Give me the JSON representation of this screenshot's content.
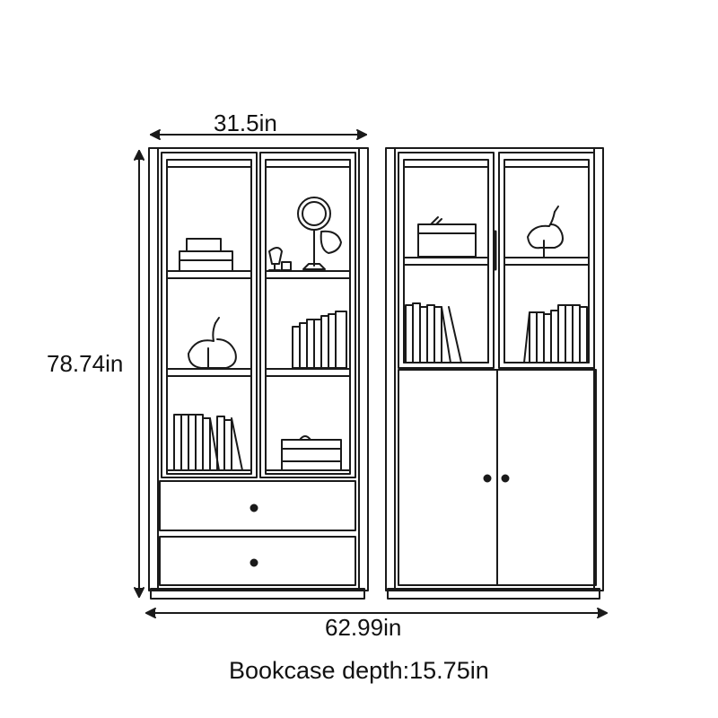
{
  "dimensions": {
    "width_single": "31.5in",
    "height": "78.74in",
    "width_total": "62.99in",
    "depth_note": "Bookcase depth:15.75in"
  },
  "colors": {
    "line": "#1a1a1a",
    "background": "#ffffff"
  },
  "bookcases": [
    {
      "style": "glass-doors-with-two-drawers",
      "shelf_rows": 3,
      "drawers": 2
    },
    {
      "style": "glass-top-with-cabinet-doors",
      "shelf_rows": 2,
      "cabinet_doors": 2
    }
  ]
}
